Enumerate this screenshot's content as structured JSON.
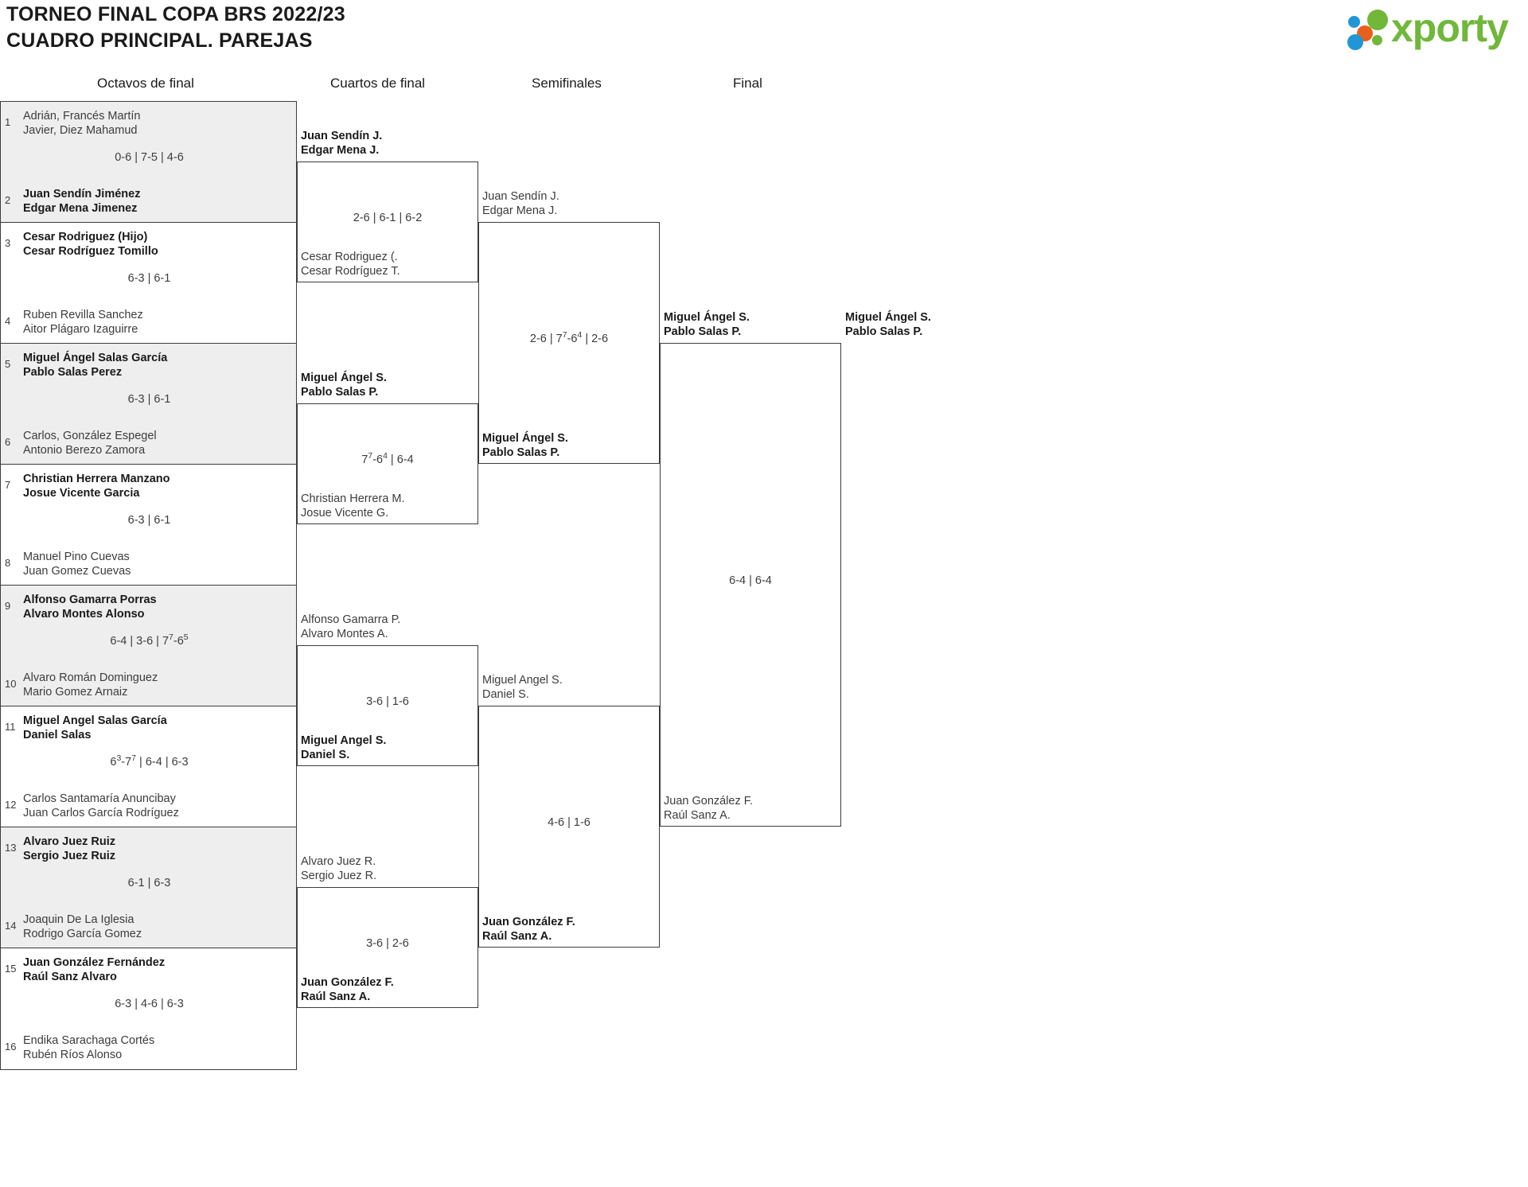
{
  "header": {
    "title_line1": "TORNEO FINAL COPA BRS 2022/23",
    "title_line2": "CUADRO PRINCIPAL. PAREJAS",
    "logo_text": "xporty",
    "logo_colors": {
      "green": "#70b73a",
      "blue": "#2196d6",
      "orange": "#e8601c"
    }
  },
  "rounds": [
    {
      "label": "Octavos de final"
    },
    {
      "label": "Cuartos de final"
    },
    {
      "label": "Semifinales"
    },
    {
      "label": "Final"
    }
  ],
  "chart_data": {
    "type": "table",
    "title": "TORNEO FINAL COPA BRS 2022/23 - CUADRO PRINCIPAL. PAREJAS",
    "round1": [
      {
        "seed_top": "1",
        "top_p1": "Adrián, Francés Martín",
        "top_p2": "Javier, Diez Mahamud",
        "top_winner": false,
        "score": "0-6 | 7-5 | 4-6",
        "seed_bot": "2",
        "bot_p1": "Juan Sendín Jiménez",
        "bot_p2": "Edgar Mena Jimenez",
        "bot_winner": true,
        "shaded": true
      },
      {
        "seed_top": "3",
        "top_p1": "Cesar Rodriguez (Hijo)",
        "top_p2": "Cesar Rodríguez Tomillo",
        "top_winner": true,
        "score": "6-3 | 6-1",
        "seed_bot": "4",
        "bot_p1": "Ruben Revilla Sanchez",
        "bot_p2": "Aitor Plágaro Izaguirre",
        "bot_winner": false,
        "shaded": false
      },
      {
        "seed_top": "5",
        "top_p1": "Miguel Ángel Salas García",
        "top_p2": "Pablo Salas Perez",
        "top_winner": true,
        "score": "6-3 | 6-1",
        "seed_bot": "6",
        "bot_p1": "Carlos, González Espegel",
        "bot_p2": "Antonio Berezo Zamora",
        "bot_winner": false,
        "shaded": true
      },
      {
        "seed_top": "7",
        "top_p1": "Christian Herrera Manzano",
        "top_p2": "Josue Vicente Garcia",
        "top_winner": true,
        "score": "6-3 | 6-1",
        "seed_bot": "8",
        "bot_p1": "Manuel Pino Cuevas",
        "bot_p2": "Juan Gomez Cuevas",
        "bot_winner": false,
        "shaded": false
      },
      {
        "seed_top": "9",
        "top_p1": "Alfonso Gamarra Porras",
        "top_p2": "Alvaro Montes Alonso",
        "top_winner": true,
        "score": "6-4 | 3-6 | 7<sup>7</sup>-6<sup>5</sup>",
        "seed_bot": "10",
        "bot_p1": "Alvaro Román Dominguez",
        "bot_p2": "Mario Gomez Arnaiz",
        "bot_winner": false,
        "shaded": true
      },
      {
        "seed_top": "11",
        "top_p1": "Miguel Angel Salas García",
        "top_p2": "Daniel Salas",
        "top_winner": true,
        "score": "6<sup>3</sup>-7<sup>7</sup> | 6-4 | 6-3",
        "seed_bot": "12",
        "bot_p1": "Carlos Santamaría Anuncibay",
        "bot_p2": "Juan Carlos García Rodríguez",
        "bot_winner": false,
        "shaded": false
      },
      {
        "seed_top": "13",
        "top_p1": "Alvaro Juez Ruiz",
        "top_p2": "Sergio Juez Ruiz",
        "top_winner": true,
        "score": "6-1 | 6-3",
        "seed_bot": "14",
        "bot_p1": "Joaquin De La Iglesia",
        "bot_p2": "Rodrigo García Gomez",
        "bot_winner": false,
        "shaded": true
      },
      {
        "seed_top": "15",
        "top_p1": "Juan González Fernández",
        "top_p2": "Raúl Sanz Alvaro",
        "top_winner": true,
        "score": "6-3 | 4-6 | 6-3",
        "seed_bot": "16",
        "bot_p1": "Endika Sarachaga Cortés",
        "bot_p2": "Rubén Ríos Alonso",
        "bot_winner": false,
        "shaded": false
      }
    ],
    "round2": [
      {
        "top_p1": "Juan Sendín J.",
        "top_p2": "Edgar Mena J.",
        "top_winner": true,
        "score": "2-6 | 6-1 | 6-2",
        "bot_p1": "Cesar Rodriguez (.",
        "bot_p2": "Cesar Rodríguez T.",
        "bot_winner": false
      },
      {
        "top_p1": "Miguel Ángel S.",
        "top_p2": "Pablo Salas P.",
        "top_winner": true,
        "score": "7<sup>7</sup>-6<sup>4</sup> | 6-4",
        "bot_p1": "Christian Herrera M.",
        "bot_p2": "Josue Vicente G.",
        "bot_winner": false
      },
      {
        "top_p1": "Alfonso Gamarra P.",
        "top_p2": "Alvaro Montes A.",
        "top_winner": false,
        "score": "3-6 | 1-6",
        "bot_p1": "Miguel Angel S.",
        "bot_p2": "Daniel S.",
        "bot_winner": true
      },
      {
        "top_p1": "Alvaro Juez R.",
        "top_p2": "Sergio Juez R.",
        "top_winner": false,
        "score": "3-6 | 2-6",
        "bot_p1": "Juan González F.",
        "bot_p2": "Raúl Sanz A.",
        "bot_winner": true
      }
    ],
    "round3": [
      {
        "top_p1": "Juan Sendín J.",
        "top_p2": "Edgar Mena J.",
        "top_winner": false,
        "score": "2-6 | 7<sup>7</sup>-6<sup>4</sup> | 2-6",
        "bot_p1": "Miguel Ángel S.",
        "bot_p2": "Pablo Salas P.",
        "bot_winner": true
      },
      {
        "top_p1": "Miguel Angel S.",
        "top_p2": "Daniel S.",
        "top_winner": false,
        "score": "4-6 | 1-6",
        "bot_p1": "Juan González F.",
        "bot_p2": "Raúl Sanz A.",
        "bot_winner": true
      }
    ],
    "round4": [
      {
        "top_p1": "Miguel Ángel S.",
        "top_p2": "Pablo Salas P.",
        "top_winner": true,
        "score": "6-4 | 6-4",
        "bot_p1": "Juan González F.",
        "bot_p2": "Raúl Sanz A.",
        "bot_winner": false
      }
    ]
  }
}
